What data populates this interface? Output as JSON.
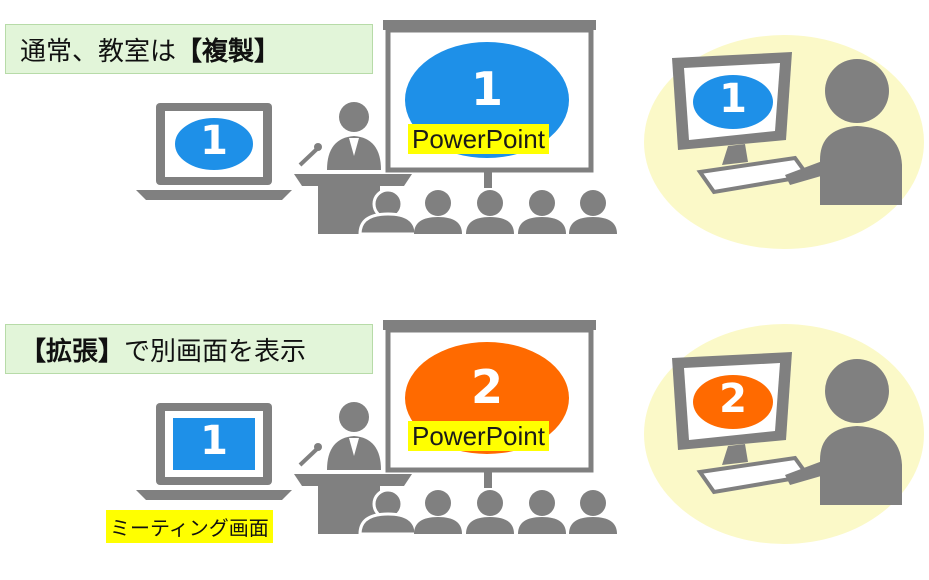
{
  "panels": [
    {
      "id": "duplicate",
      "label_pre": "通常、教室は",
      "label_bold": "【複製】",
      "label_post": "",
      "laptop_number": "1",
      "screen_number": "1",
      "screen_app": "PowerPoint",
      "remote_number": "1",
      "screen_color": "#1e90e8",
      "laptop_screen_style": "ellipse"
    },
    {
      "id": "extend",
      "label_pre": "",
      "label_bold": "【拡張】",
      "label_post": "で別画面を表示",
      "laptop_number": "1",
      "screen_number": "2",
      "screen_app": "PowerPoint",
      "remote_number": "2",
      "screen_color": "#ff6a00",
      "laptop_screen_style": "rectangle",
      "laptop_caption": "ミーティング画面"
    }
  ],
  "colors": {
    "icon_gray": "#808080",
    "label_bg": "#e2f5d9",
    "highlight": "#ffff00",
    "remote_circle": "#fbf9c8",
    "blue": "#1e90e8",
    "orange": "#ff6a00"
  }
}
